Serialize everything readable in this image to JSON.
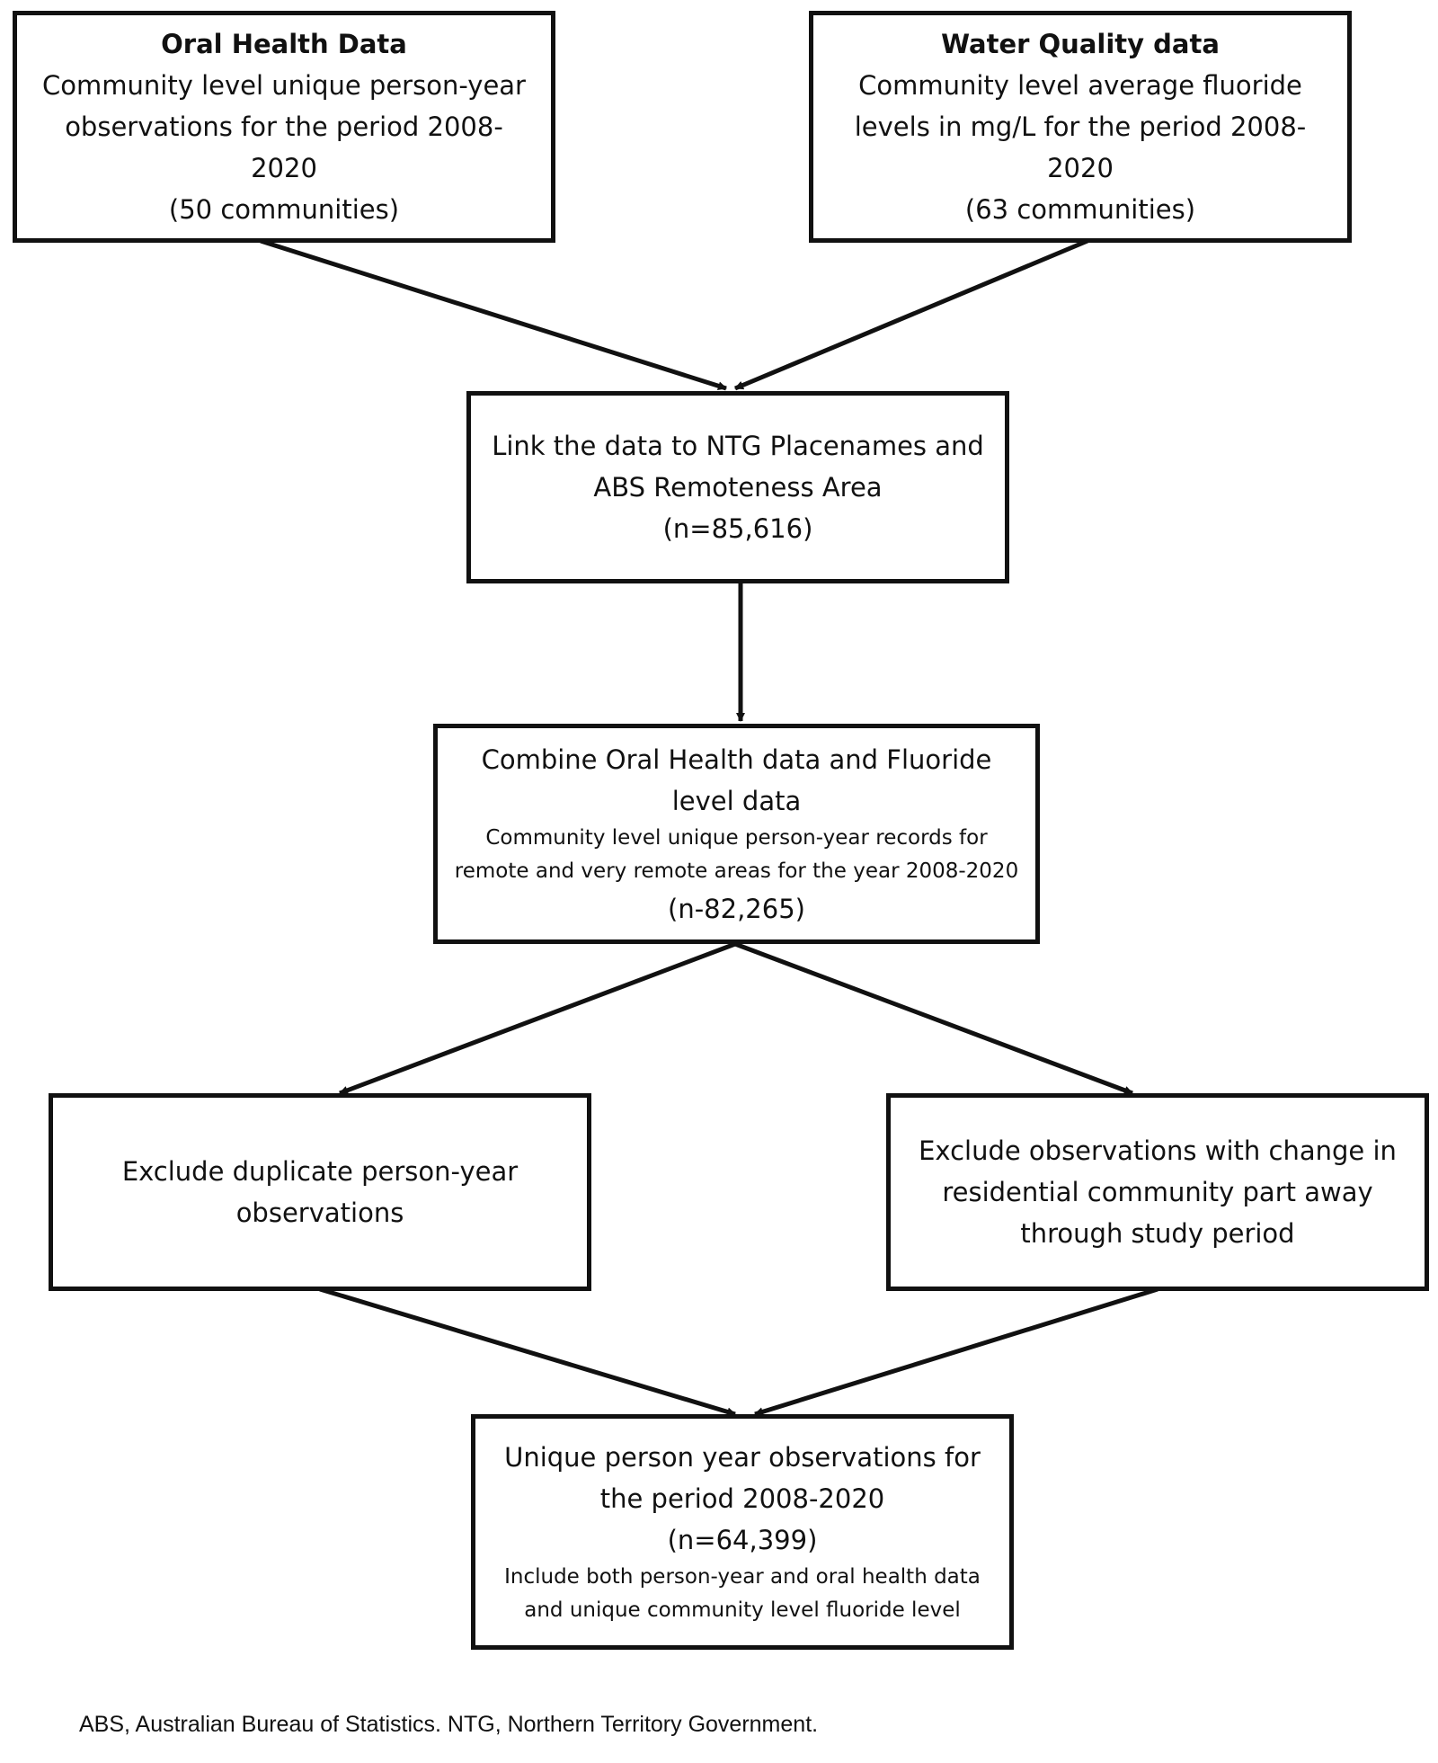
{
  "boxes": {
    "oral_health": {
      "title": "Oral Health Data",
      "line1": "Community level unique person-year",
      "line2": "observations for the period 2008-",
      "line3": "2020",
      "line4": "(50 communities)"
    },
    "water_quality": {
      "title": "Water Quality data",
      "line1": "Community level average fluoride",
      "line2": "levels in mg/L for the period 2008-",
      "line3": "2020",
      "line4": "(63 communities)"
    },
    "link": {
      "line1": "Link  the data to NTG Placenames and",
      "line2": "ABS Remoteness Area",
      "line3": "(n=85,616)"
    },
    "combine": {
      "line1": "Combine Oral Health data and Fluoride",
      "line2": "level data",
      "line3": "Community level unique person-year records for",
      "line4": "remote and very remote areas for the year 2008-2020",
      "line5": "(n-82,265)"
    },
    "exclude_duplicates": {
      "line1": "Exclude duplicate person-year",
      "line2": "observations"
    },
    "exclude_change": {
      "line1": "Exclude observations with change in",
      "line2": "residential community part away",
      "line3": "through study period"
    },
    "final": {
      "line1": "Unique person year observations for",
      "line2": "the period 2008-2020",
      "line3": "(n=64,399)",
      "line4": "Include both person-year and oral health data",
      "line5": "and unique community level fluoride level"
    }
  },
  "footnote": "ABS, Australian Bureau of Statistics. NTG, Northern Territory Government."
}
